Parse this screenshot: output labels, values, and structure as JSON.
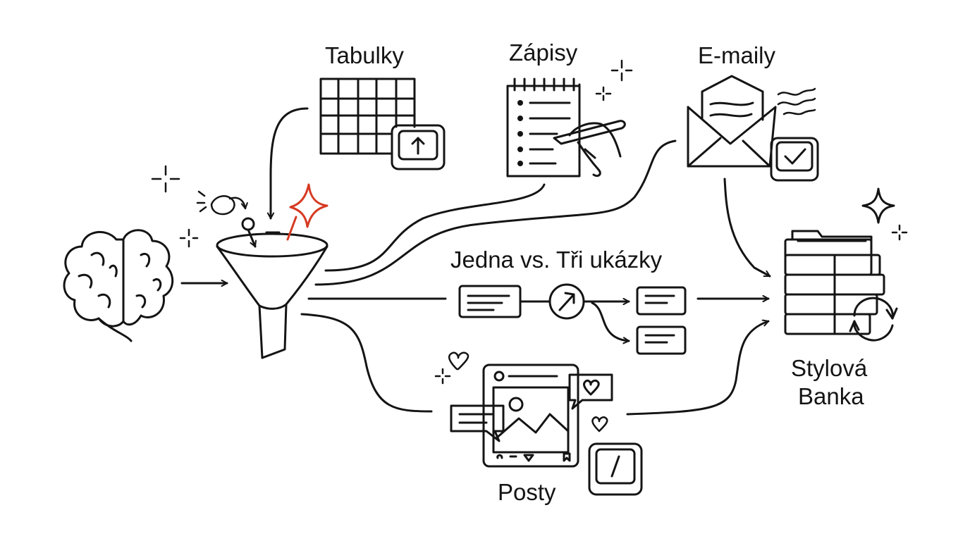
{
  "labels": {
    "tables": "Tabulky",
    "notes": "Zápisy",
    "emails": "E-maily",
    "examples": "Jedna vs. Tři ukázky",
    "posts": "Posty",
    "bank_line1": "Stylová",
    "bank_line2": "Banka"
  },
  "colors": {
    "ink": "#141414",
    "accent": "#d63a22",
    "background": "#ffffff"
  },
  "icons": [
    "brain-icon",
    "funnel-icon",
    "table-grid-icon",
    "arrow-up-key-icon",
    "notepad-icon",
    "writing-hand-icon",
    "envelope-icon",
    "checkmark-key-icon",
    "text-card-icon",
    "diagonal-arrow-icon",
    "social-post-icon",
    "heart-icon",
    "slash-key-icon",
    "filing-cabinet-icon",
    "refresh-icon",
    "sparkle-icon"
  ]
}
